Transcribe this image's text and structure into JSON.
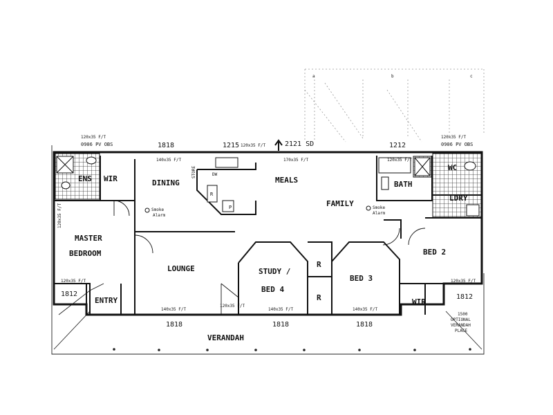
{
  "plan": {
    "rooms": {
      "ens": "ENS",
      "wir_master": "WIR",
      "dining": "DINING",
      "meals": "MEALS",
      "family": "FAMILY",
      "bath": "BATH",
      "wc": "WC",
      "ldry": "LDRY",
      "master_1": "MASTER",
      "master_2": "BEDROOM",
      "lounge": "LOUNGE",
      "study_1": "STUDY /",
      "study_2": "BED 4",
      "bed3": "BED 3",
      "bed2": "BED 2",
      "wir_bed2": "WIR",
      "entry": "ENTRY",
      "verandah": "VERANDAH",
      "robe_1": "R",
      "robe_2": "R",
      "pantry": "P",
      "store": "STORE"
    },
    "dimensions": {
      "top_1818": "1818",
      "top_1215": "1215",
      "top_2121sd": "2121 SD",
      "top_1212": "1212",
      "bot_1818_a": "1818",
      "bot_1818_b": "1818",
      "bot_1818_c": "1818",
      "side_1812_l": "1812",
      "side_1812_r": "1812"
    },
    "notes": {
      "tl_1": "120x35 F/T",
      "tl_2": "0906 PV OBS",
      "tr_1": "120x35 F/T",
      "tr_2": "0906 PV OBS",
      "top_fit_1": "140x35 F/T",
      "top_fit_2": "120x35 F/T",
      "top_fit_3": "170x35 F/T",
      "top_fit_4": "120x35 F/T",
      "left_fit": "120x35 F/T",
      "bot_fit_1": "120x35 F/T",
      "bot_fit_2": "140x35 F/T",
      "bot_fit_3": "140x35 F/T",
      "bot_fit_4": "140x35 F/T",
      "bot_fit_5": "120x35 F/T",
      "bot_fit_6": "120x35 F/T",
      "smoke_1a": "Smoke",
      "smoke_1b": "Alarm",
      "smoke_2a": "Smoke",
      "smoke_2b": "Alarm",
      "ref": "R",
      "dw": "DW",
      "option_1": "1500",
      "option_2": "OPTIONAL",
      "option_3": "VERANDAH",
      "option_4": "PLACE"
    },
    "pergola_marks": [
      "a",
      "b",
      "c"
    ]
  }
}
